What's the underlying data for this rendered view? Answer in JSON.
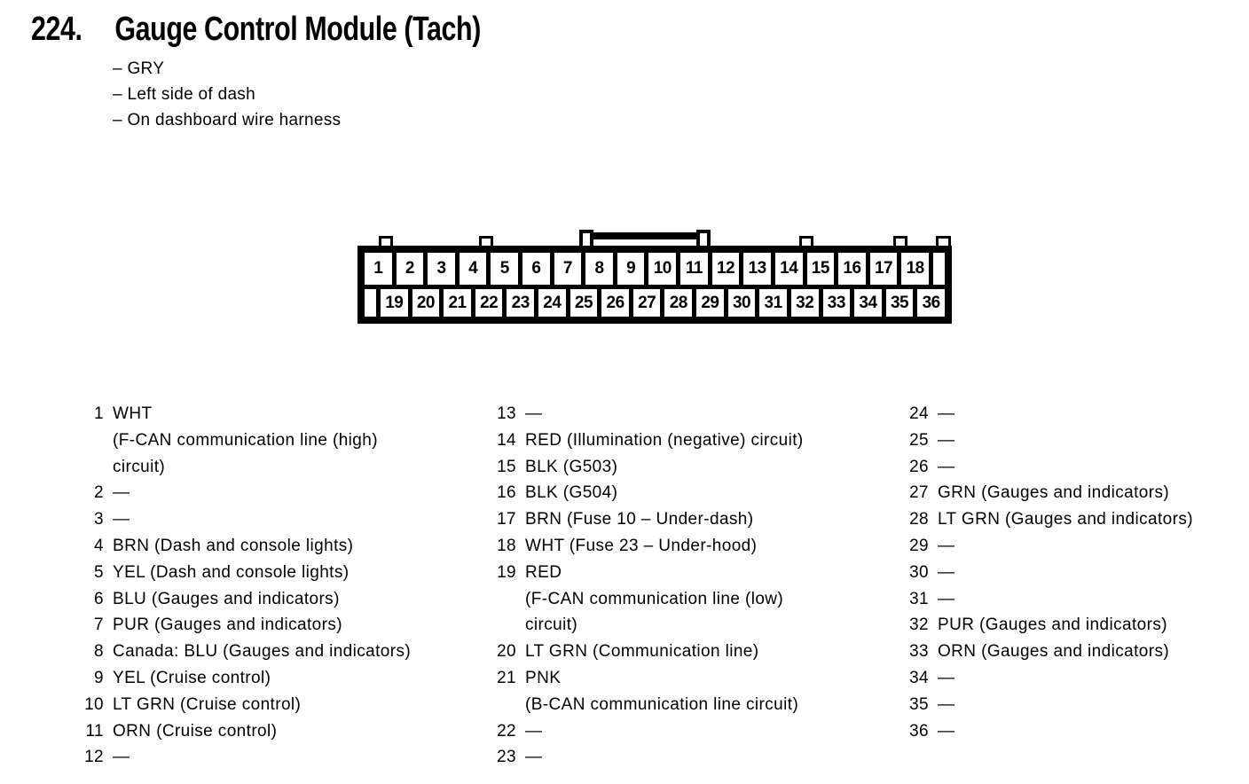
{
  "page": {
    "number": "224.",
    "title": "Gauge Control Module (Tach)",
    "notes": [
      "– GRY",
      "– Left side of dash",
      "– On dashboard wire harness"
    ]
  },
  "connector": {
    "top_row_pins": [
      "1",
      "2",
      "3",
      "4",
      "5",
      "6",
      "7",
      "8",
      "9",
      "10",
      "11",
      "12",
      "13",
      "14",
      "15",
      "16",
      "17",
      "18"
    ],
    "bottom_row_pins": [
      "19",
      "20",
      "21",
      "22",
      "23",
      "24",
      "25",
      "26",
      "27",
      "28",
      "29",
      "30",
      "31",
      "32",
      "33",
      "34",
      "35",
      "36"
    ]
  },
  "pin_list": {
    "columns": [
      {
        "entries": [
          {
            "pin": "1",
            "desc": "WHT\n(F-CAN communication line (high)\ncircuit)"
          },
          {
            "pin": "2",
            "desc": "—"
          },
          {
            "pin": "3",
            "desc": "—"
          },
          {
            "pin": "4",
            "desc": "BRN (Dash and console lights)"
          },
          {
            "pin": "5",
            "desc": "YEL (Dash and console lights)"
          },
          {
            "pin": "6",
            "desc": "BLU (Gauges and indicators)"
          },
          {
            "pin": "7",
            "desc": "PUR (Gauges and indicators)"
          },
          {
            "pin": "8",
            "desc": "Canada: BLU (Gauges and indicators)"
          },
          {
            "pin": "9",
            "desc": "YEL (Cruise control)"
          },
          {
            "pin": "10",
            "desc": "LT GRN (Cruise control)"
          },
          {
            "pin": "11",
            "desc": "ORN (Cruise control)"
          },
          {
            "pin": "12",
            "desc": "—"
          }
        ]
      },
      {
        "entries": [
          {
            "pin": "13",
            "desc": "—"
          },
          {
            "pin": "14",
            "desc": "RED (Illumination (negative) circuit)"
          },
          {
            "pin": "15",
            "desc": "BLK (G503)"
          },
          {
            "pin": "16",
            "desc": "BLK (G504)"
          },
          {
            "pin": "17",
            "desc": "BRN (Fuse 10 – Under-dash)"
          },
          {
            "pin": "18",
            "desc": "WHT (Fuse 23 – Under-hood)"
          },
          {
            "pin": "19",
            "desc": "RED\n(F-CAN communication line (low)\ncircuit)"
          },
          {
            "pin": "20",
            "desc": "LT GRN (Communication line)"
          },
          {
            "pin": "21",
            "desc": "PNK\n(B-CAN communication line circuit)"
          },
          {
            "pin": "22",
            "desc": "—"
          },
          {
            "pin": "23",
            "desc": "—"
          }
        ]
      },
      {
        "entries": [
          {
            "pin": "24",
            "desc": "—"
          },
          {
            "pin": "25",
            "desc": "—"
          },
          {
            "pin": "26",
            "desc": "—"
          },
          {
            "pin": "27",
            "desc": "GRN (Gauges and indicators)"
          },
          {
            "pin": "28",
            "desc": "LT GRN (Gauges and indicators)"
          },
          {
            "pin": "29",
            "desc": "—"
          },
          {
            "pin": "30",
            "desc": "—"
          },
          {
            "pin": "31",
            "desc": "—"
          },
          {
            "pin": "32",
            "desc": "PUR (Gauges and indicators)"
          },
          {
            "pin": "33",
            "desc": "ORN (Gauges and indicators)"
          },
          {
            "pin": "34",
            "desc": "—"
          },
          {
            "pin": "35",
            "desc": "—"
          },
          {
            "pin": "36",
            "desc": "—"
          }
        ]
      }
    ]
  },
  "colors": {
    "ink": "#000000",
    "paper": "#ffffff"
  }
}
